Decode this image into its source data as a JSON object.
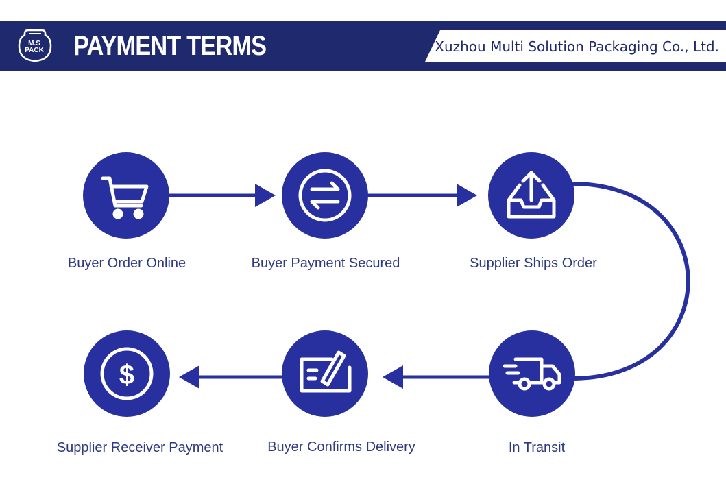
{
  "header": {
    "logo_text_top": "M.S",
    "logo_text_bottom": "PACK",
    "title": "PAYMENT TERMS",
    "company": "Xuzhou Multi Solution Packaging Co., Ltd."
  },
  "colors": {
    "brand": "#1f2a6e",
    "circle": "#2830a0",
    "label": "#2b3a82"
  },
  "steps": [
    {
      "label": "Buyer Order Online",
      "icon": "shopping-cart-icon"
    },
    {
      "label": "Buyer Payment Secured",
      "icon": "exchange-arrows-icon"
    },
    {
      "label": "Supplier Ships Order",
      "icon": "outbox-upload-icon"
    },
    {
      "label": "In Transit",
      "icon": "delivery-truck-icon"
    },
    {
      "label": "Buyer Confirms Delivery",
      "icon": "signed-check-icon"
    },
    {
      "label": "Supplier Receiver Payment",
      "icon": "dollar-coin-icon"
    }
  ]
}
